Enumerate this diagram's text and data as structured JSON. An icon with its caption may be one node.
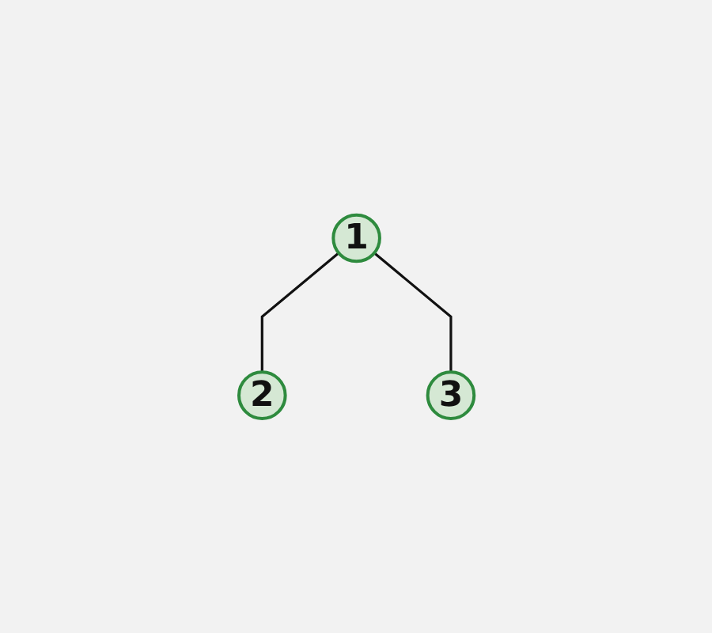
{
  "diagram": {
    "nodes": [
      {
        "text": [
          "1"
        ]
      },
      {
        "text": [
          "2"
        ]
      },
      {
        "text": [
          "3"
        ]
      }
    ],
    "edges": [
      {
        "from": 0,
        "to": 1,
        "arrow": "none"
      },
      {
        "from": 0,
        "to": 2,
        "arrow": "none"
      }
    ]
  }
}
